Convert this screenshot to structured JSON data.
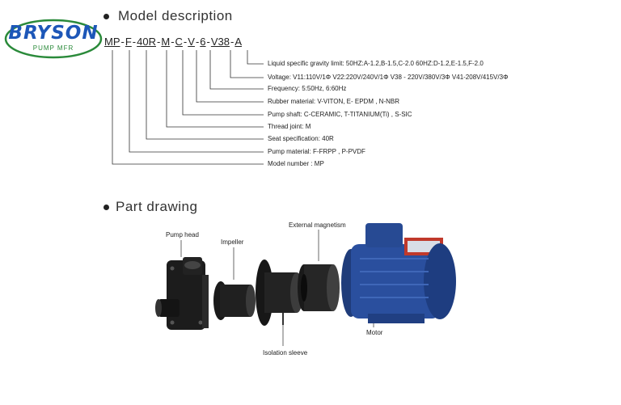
{
  "logo": {
    "brand": "BRYSON",
    "subtitle": "PUMP MFR"
  },
  "sections": {
    "model_description": "Model description",
    "part_drawing": "Part drawing"
  },
  "model_code": {
    "tokens": [
      "MP",
      "F",
      "40R",
      "M",
      "C",
      "V",
      "6",
      "V38",
      "A"
    ],
    "separator": "-"
  },
  "descriptions": [
    "Liquid specific gravity limit: 50HZ:A-1.2,B-1.5,C-2.0  60HZ:D-1.2,E-1.5,F-2.0",
    "Voltage: V11:110V/1Φ  V22:220V/240V/1Φ  V38 - 220V/380V/3Φ V41-208V/415V/3Φ",
    "Frequency: 5:50Hz, 6:60Hz",
    "Rubber material: V-VITON, E- EPDM , N-NBR",
    "Pump shaft: C-CERAMIC, T-TITANIUM(Ti) , S-SIC",
    "Thread joint: M",
    "Seat specification: 40R",
    "Pump material: F-FRPP ,  P-PVDF",
    "Model number : MP"
  ],
  "parts": {
    "pump_head": "Pump head",
    "impeller": "Impeller",
    "external_magnetism": "External magnetism",
    "isolation_sleeve": "Isolation sleeve",
    "motor": "Motor"
  },
  "colors": {
    "logo_blue": "#1d57b8",
    "logo_green": "#2a8a3a",
    "motor_blue": "#2a4f9e",
    "part_black": "#1a1a1a"
  }
}
